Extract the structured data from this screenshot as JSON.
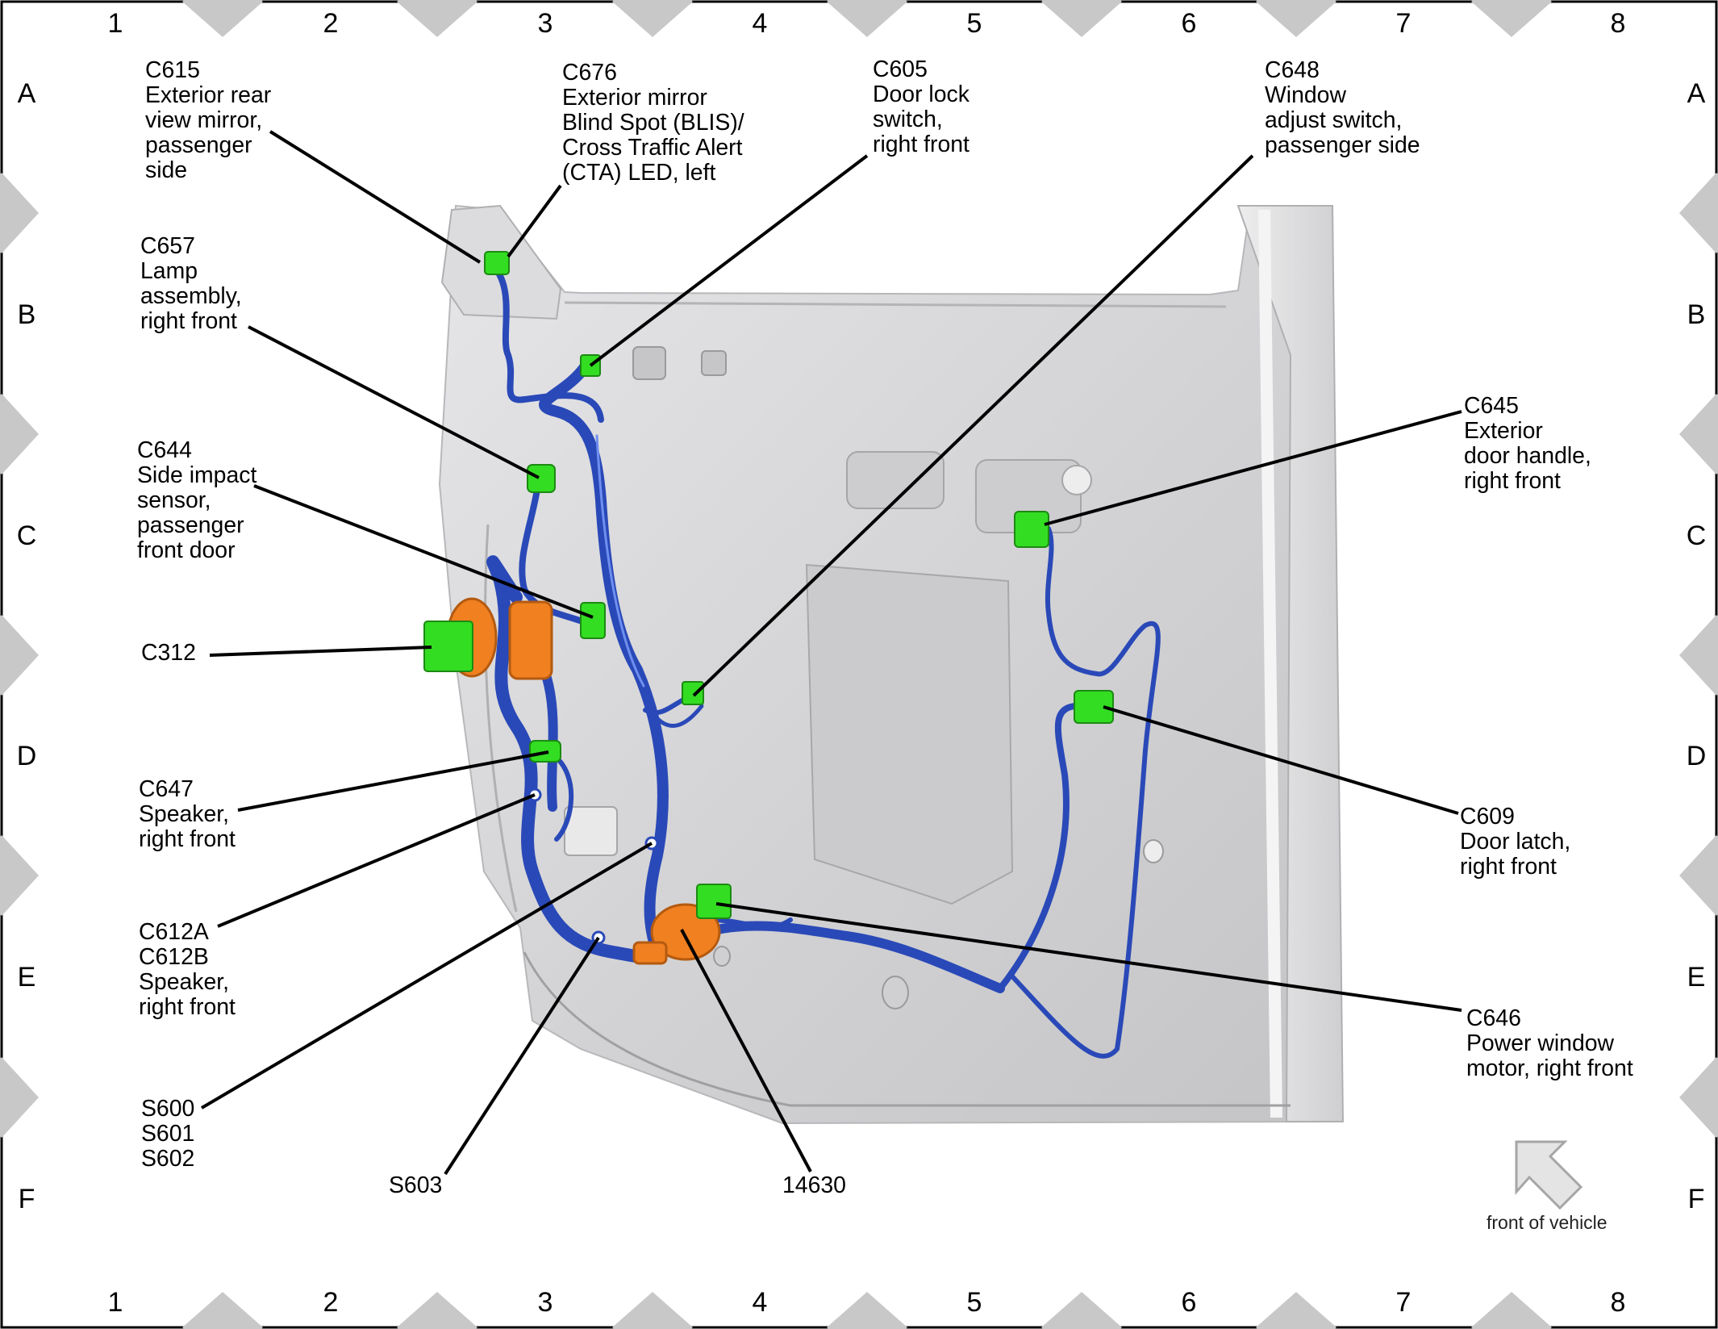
{
  "grid": {
    "columns": [
      "1",
      "2",
      "3",
      "4",
      "5",
      "6",
      "7",
      "8"
    ],
    "rows": [
      "A",
      "B",
      "C",
      "D",
      "E",
      "F"
    ]
  },
  "callouts": {
    "c615": [
      "C615",
      "Exterior rear",
      "view mirror,",
      "passenger",
      "side"
    ],
    "c676": [
      "C676",
      "Exterior mirror",
      "Blind Spot (BLIS)/",
      "Cross Traffic Alert",
      "(CTA) LED, left"
    ],
    "c605": [
      "C605",
      "Door lock",
      "switch,",
      "right front"
    ],
    "c648": [
      "C648",
      "Window",
      "adjust switch,",
      "passenger side"
    ],
    "c657": [
      "C657",
      "Lamp",
      "assembly,",
      "right front"
    ],
    "c645": [
      "C645",
      "Exterior",
      "door handle,",
      "right front"
    ],
    "c644": [
      "C644",
      "Side impact",
      "sensor,",
      "passenger",
      "front door"
    ],
    "c312": [
      "C312"
    ],
    "c647": [
      "C647",
      "Speaker,",
      "right front"
    ],
    "c609": [
      "C609",
      "Door latch,",
      "right front"
    ],
    "c612": [
      "C612A",
      "C612B",
      "Speaker,",
      "right front"
    ],
    "c646": [
      "C646",
      "Power window",
      "motor, right front"
    ],
    "s600": [
      "S600",
      "S601",
      "S602"
    ],
    "s603": [
      "S603"
    ],
    "n14630": [
      "14630"
    ]
  },
  "orientation": {
    "label": "front of vehicle",
    "icon": "arrow-up-left-icon"
  },
  "colors": {
    "harness": "#2a49b8",
    "connector": "#33dd22",
    "grommet": "#f08020",
    "door_panel": "#d6d6d8",
    "border_marker": "#c8c8c8"
  }
}
